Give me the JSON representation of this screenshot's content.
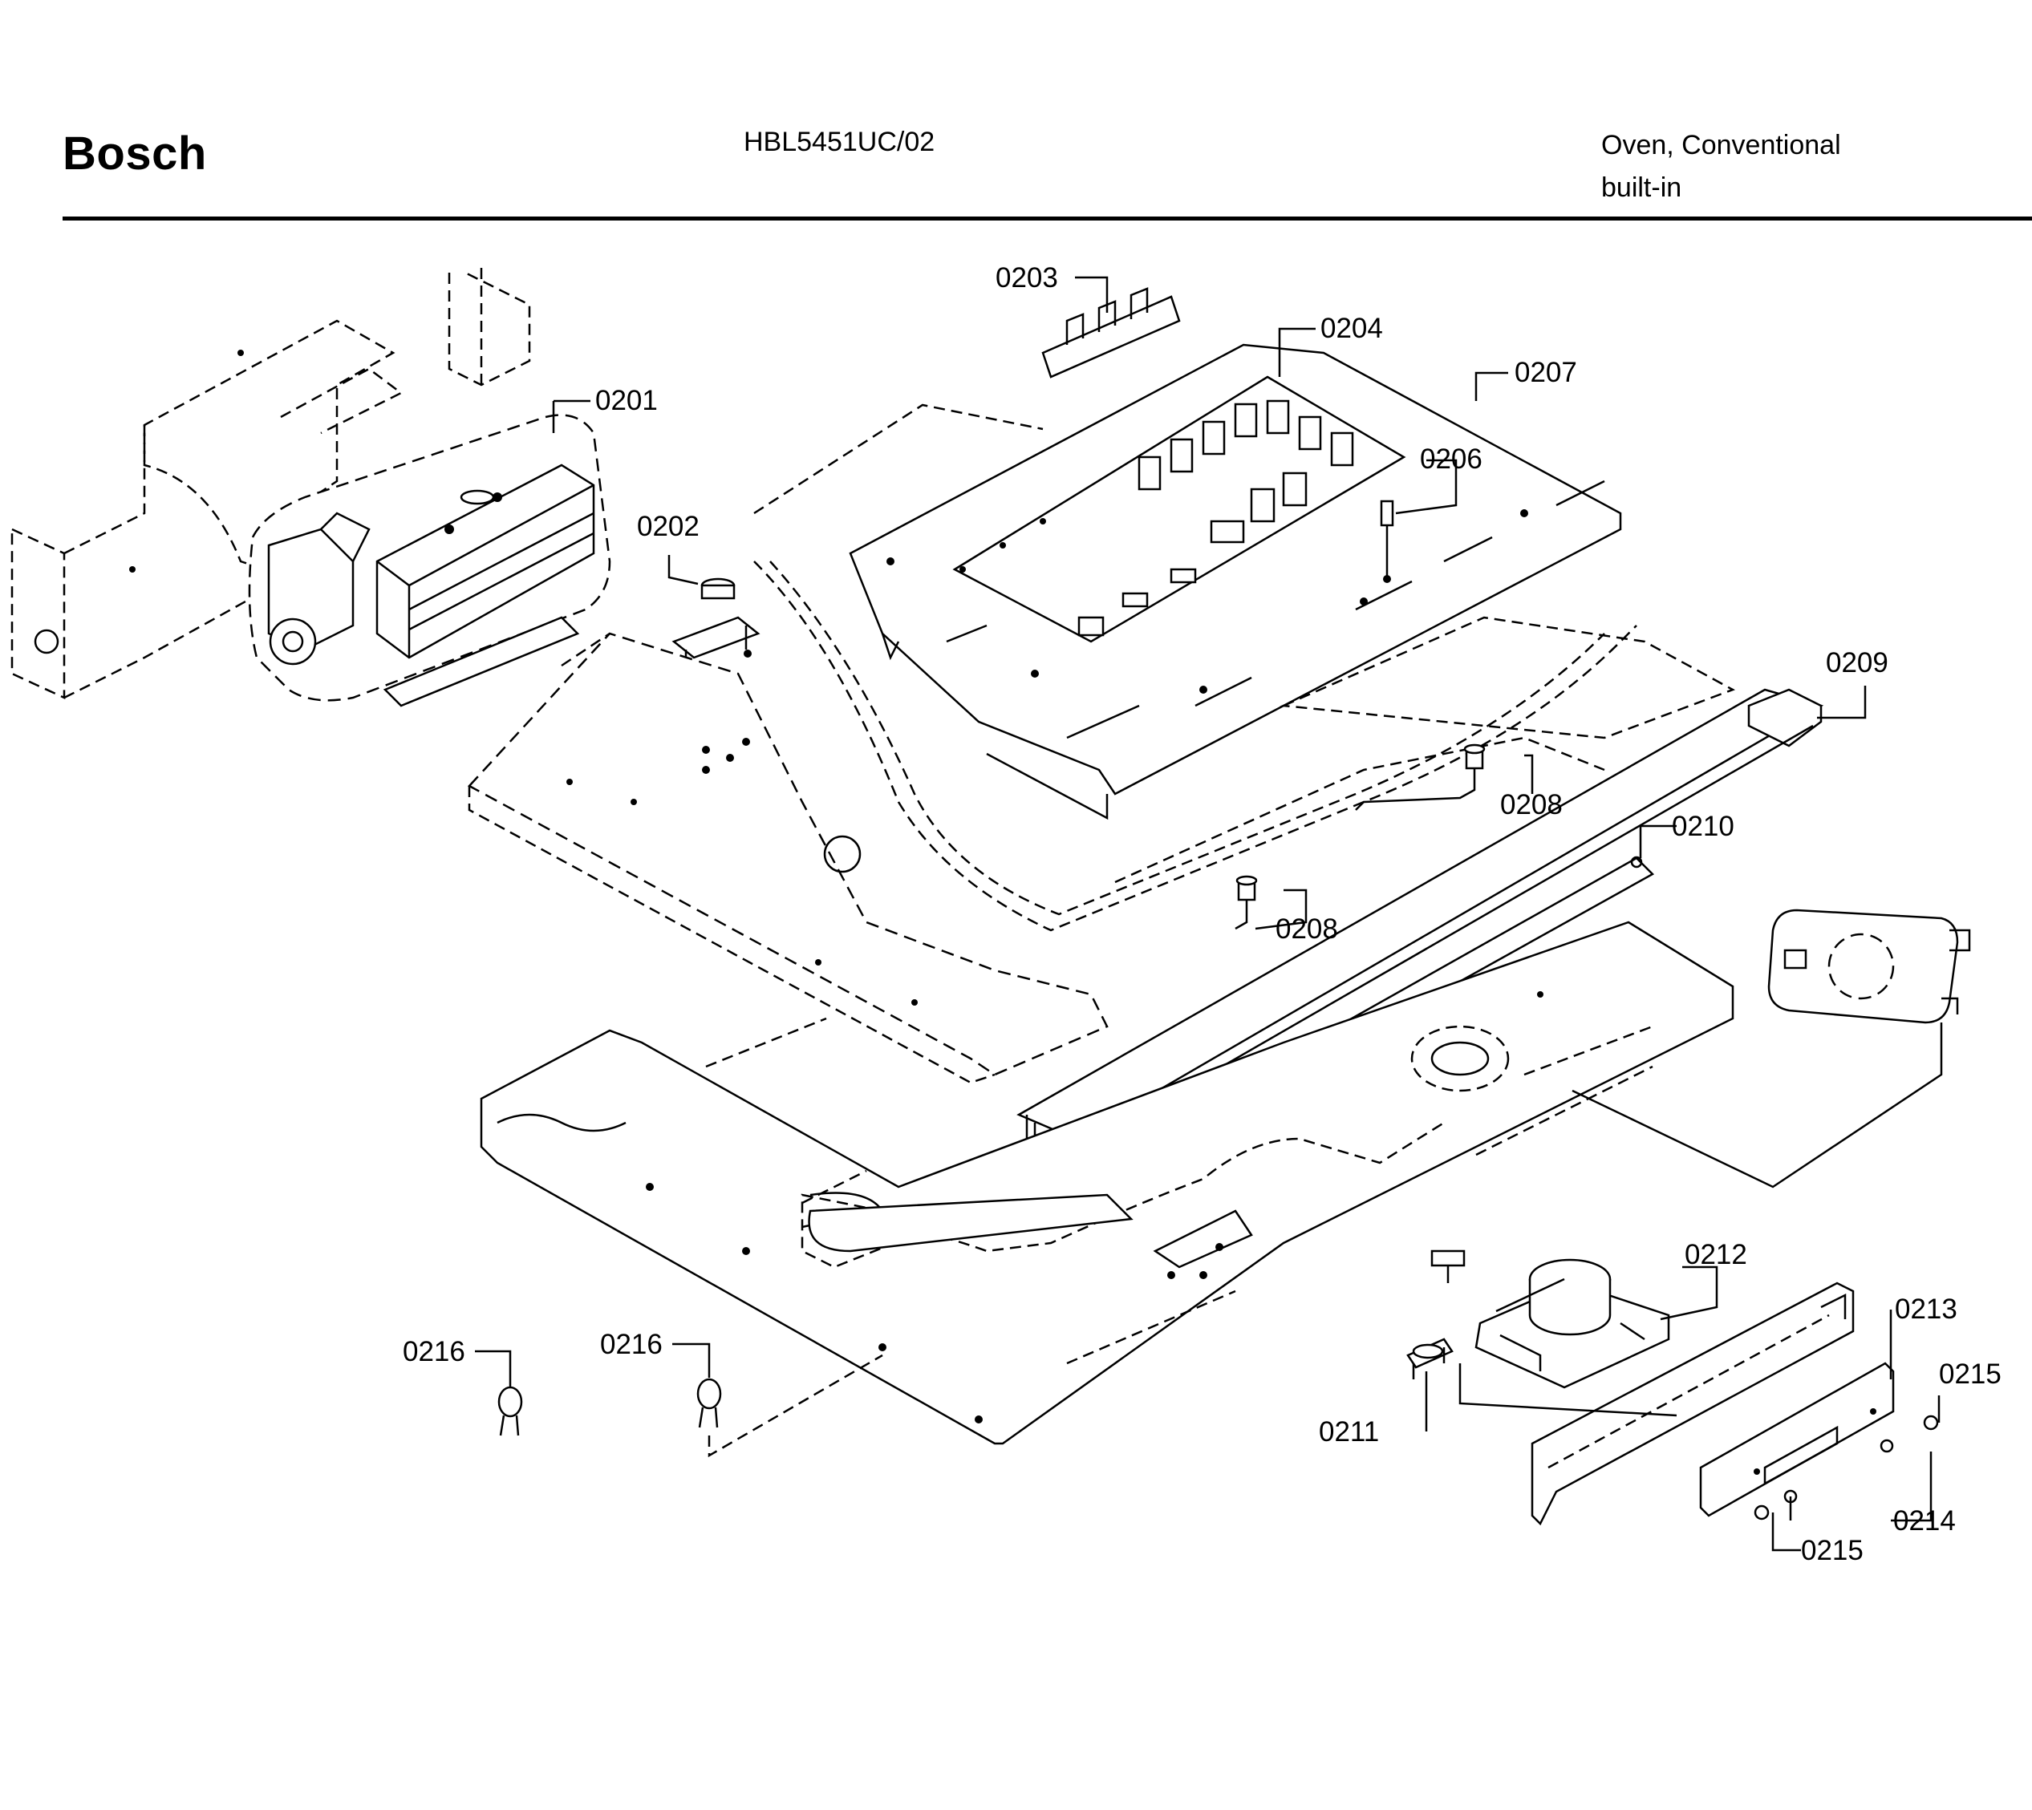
{
  "header": {
    "brand": "Bosch",
    "model": "HBL5451UC/02",
    "product_line1": "Oven, Conventional",
    "product_line2": "built-in"
  },
  "callouts": [
    {
      "id": "c0201",
      "label": "0201"
    },
    {
      "id": "c0202",
      "label": "0202"
    },
    {
      "id": "c0203",
      "label": "0203"
    },
    {
      "id": "c0204",
      "label": "0204"
    },
    {
      "id": "c0206",
      "label": "0206"
    },
    {
      "id": "c0207",
      "label": "0207"
    },
    {
      "id": "c0208a",
      "label": "0208"
    },
    {
      "id": "c0208b",
      "label": "0208"
    },
    {
      "id": "c0209",
      "label": "0209"
    },
    {
      "id": "c0210",
      "label": "0210"
    },
    {
      "id": "c0211",
      "label": "0211"
    },
    {
      "id": "c0212",
      "label": "0212"
    },
    {
      "id": "c0213",
      "label": "0213"
    },
    {
      "id": "c0214",
      "label": "0214"
    },
    {
      "id": "c0215a",
      "label": "0215"
    },
    {
      "id": "c0215b",
      "label": "0215"
    },
    {
      "id": "c0216a",
      "label": "0216"
    },
    {
      "id": "c0216b",
      "label": "0216"
    }
  ]
}
